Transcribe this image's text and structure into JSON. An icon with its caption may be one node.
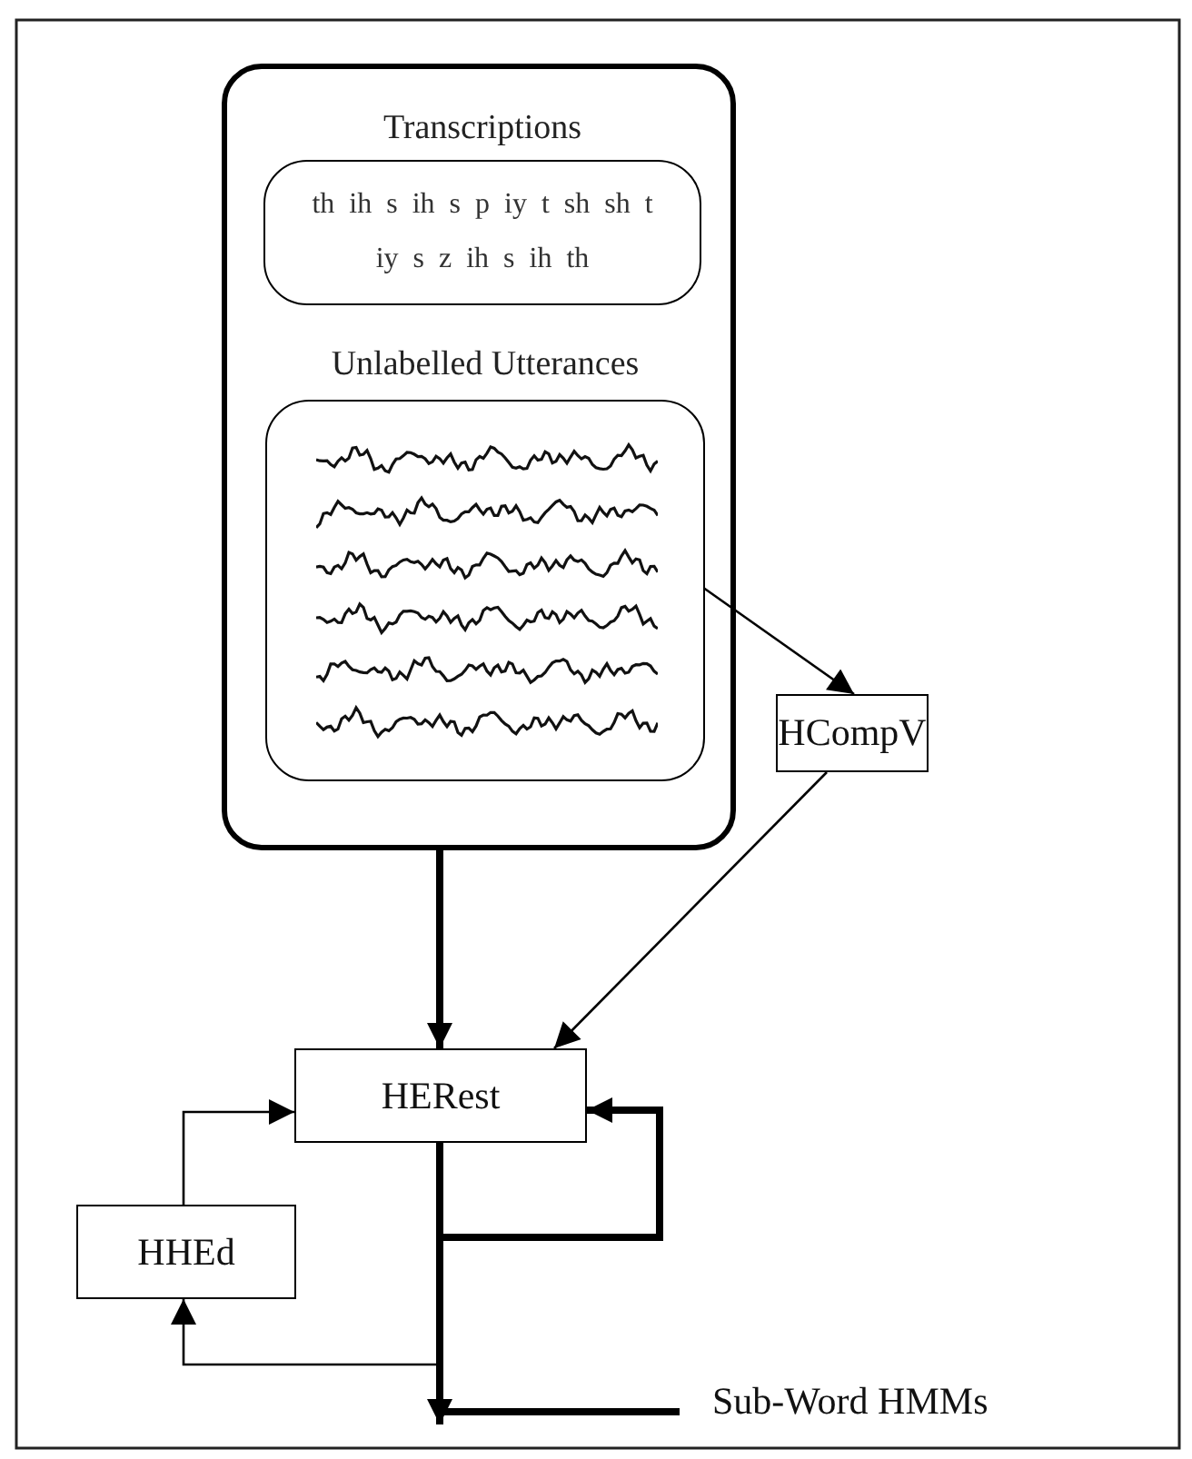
{
  "diagram": {
    "nodes": [
      {
        "text": [],
        "shape": "box"
      },
      {
        "text": [
          "Transcriptions",
          "th ih s ih s p iy t sh sh t iy s z ih s ih th"
        ],
        "in": 0
      },
      {
        "text": [
          "Unlabelled Utterances"
        ],
        "in": 0
      },
      {
        "text": [
          "HCompV"
        ]
      },
      {
        "text": [
          "HERest"
        ]
      },
      {
        "text": [
          "HHEd"
        ]
      },
      {
        "text": [
          "Sub-Word HMMs"
        ]
      }
    ],
    "edges": [
      {
        "from": 0,
        "to": 4,
        "arrow": "to",
        "style": "thick"
      },
      {
        "from": 2,
        "to": 3,
        "arrow": "to"
      },
      {
        "from": 3,
        "to": 4,
        "arrow": "to"
      },
      {
        "from": 4,
        "to": 4,
        "arrow": "to",
        "style": "thick"
      },
      {
        "from": 4,
        "to": 5,
        "arrow": "to"
      },
      {
        "from": 5,
        "to": 4,
        "arrow": "to"
      },
      {
        "from": 4,
        "to": null,
        "arrow": "to",
        "style": "thick"
      },
      {
        "from": null,
        "to": 6,
        "arrow": "none",
        "style": "thick"
      }
    ]
  }
}
